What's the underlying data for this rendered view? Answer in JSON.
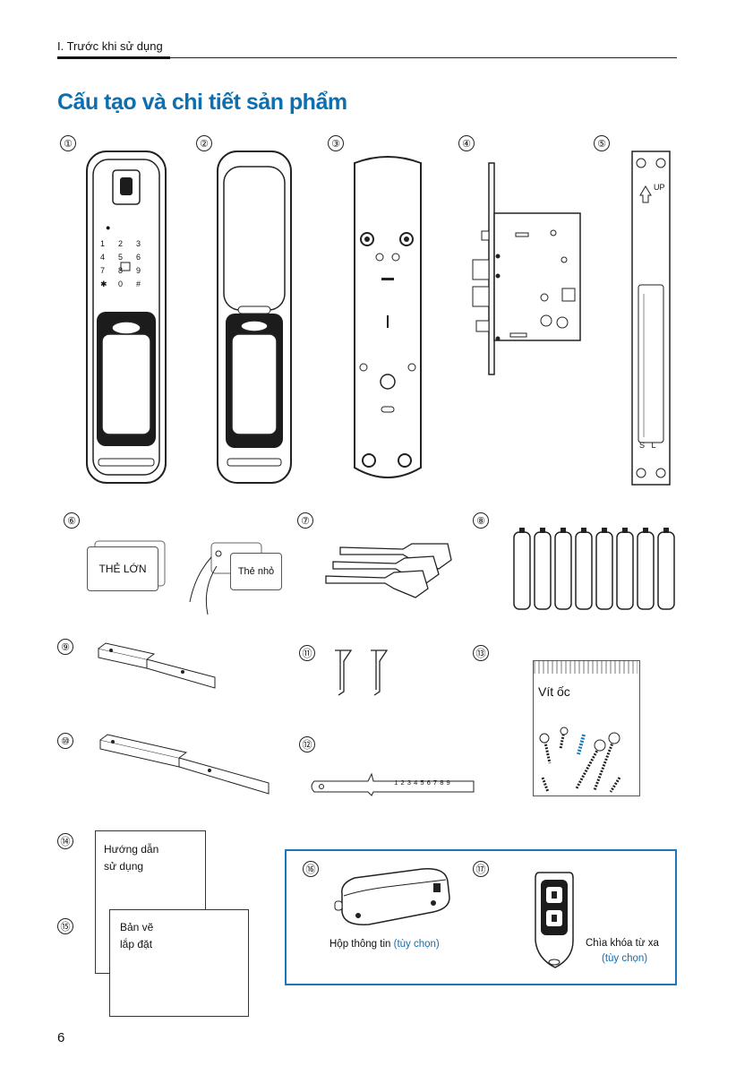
{
  "header": {
    "section": "I. Trước khi sử dụng"
  },
  "title": "Cấu tạo và chi tiết sản phẩm",
  "numbers": [
    "①",
    "②",
    "③",
    "④",
    "⑤",
    "⑥",
    "⑦",
    "⑧",
    "⑨",
    "⑩",
    "⑪",
    "⑫",
    "⑬",
    "⑭",
    "⑮",
    "⑯",
    "⑰"
  ],
  "keypad": [
    "1",
    "2",
    "3",
    "4",
    "5",
    "6",
    "7",
    "8",
    "9",
    "✱",
    "0",
    "#"
  ],
  "plate_label": "S   L",
  "up_label": "UP",
  "cards": {
    "large": "THẺ LỚN",
    "small": "Thẻ nhỏ"
  },
  "screws_bag": "Vít ốc",
  "ruler": "123456789",
  "manual": {
    "line1": "Hướng dẫn",
    "line2": "sử dụng"
  },
  "drawing": {
    "line1": "Bản vẽ",
    "line2": "lắp đặt"
  },
  "optional": {
    "hub_label": "Hộp thông tin",
    "hub_note": "(tùy chọn)",
    "remote_label": "Chìa khóa từ xa",
    "remote_note": "(tùy chọn)",
    "accent_color": "#1a78b8"
  },
  "page_number": "6"
}
